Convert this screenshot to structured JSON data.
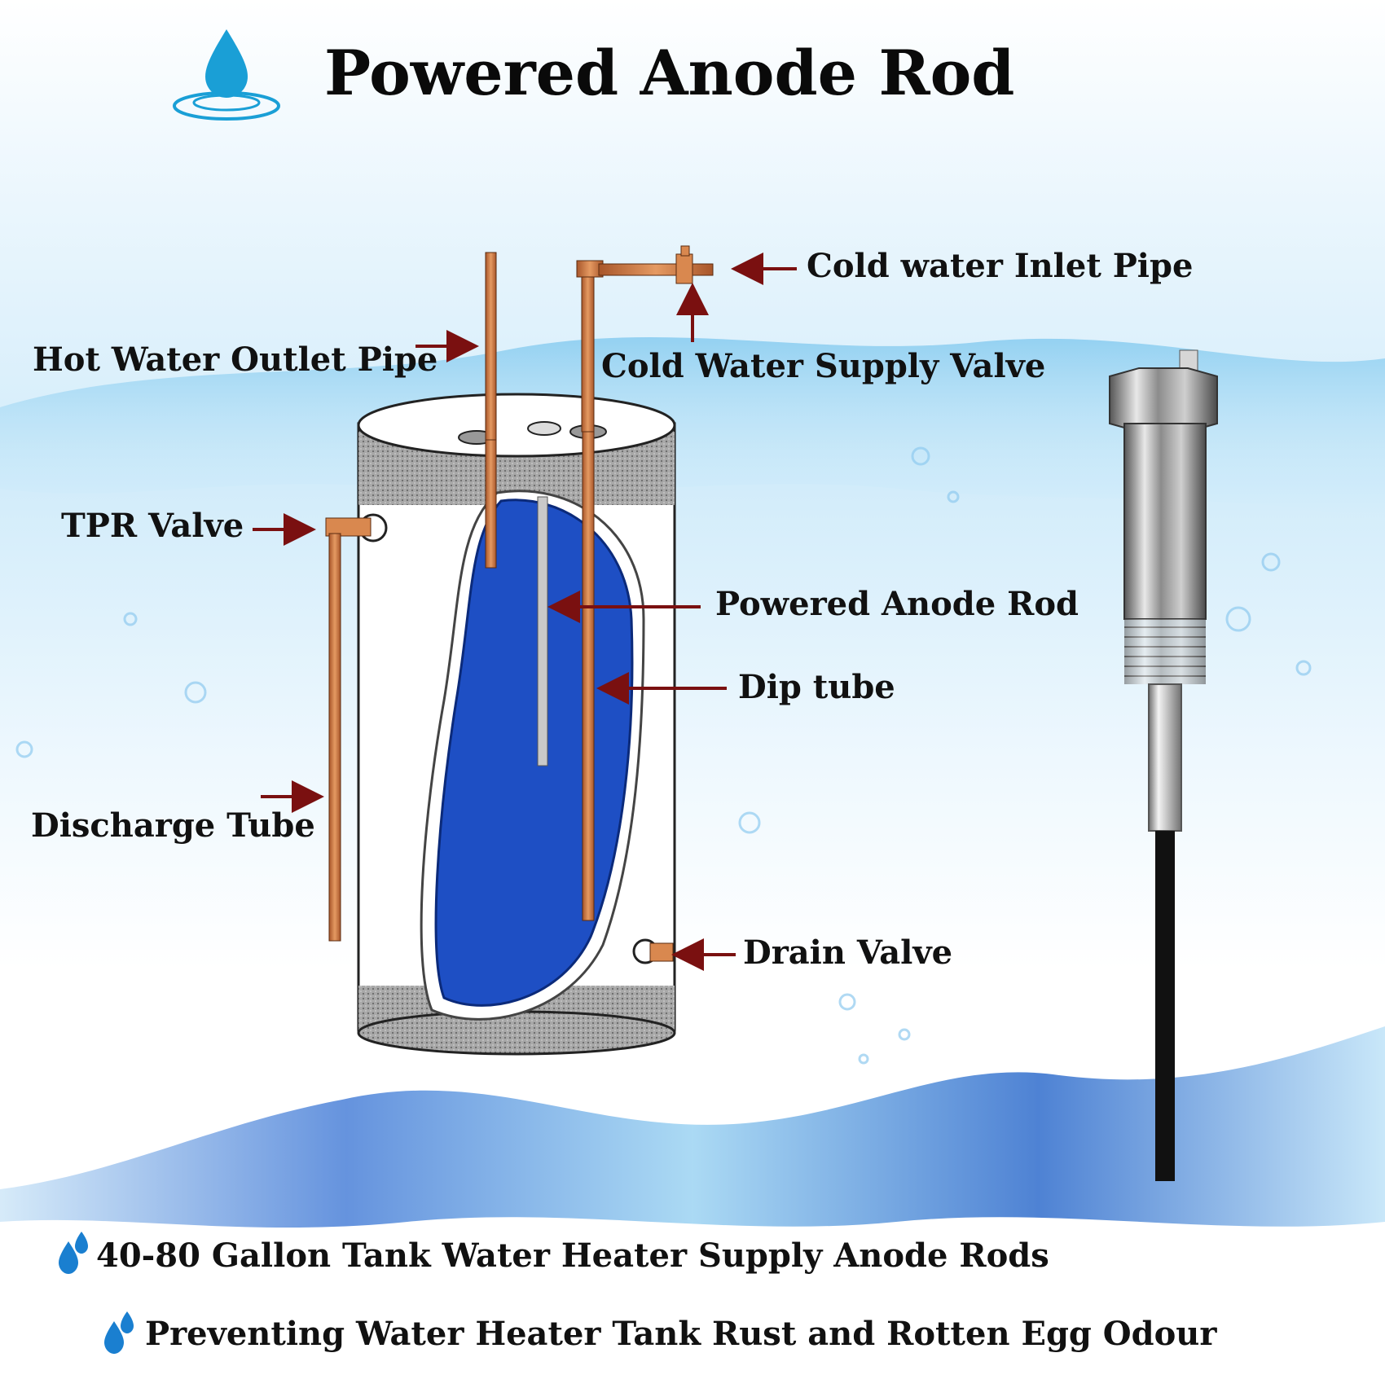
{
  "title": "Powered Anode Rod",
  "header_icon": "water-drop-icon",
  "labels": {
    "hot_water_outlet_pipe": "Hot Water Outlet Pipe",
    "cold_water_inlet_pipe": "Cold water Inlet Pipe",
    "cold_water_supply_valve": "Cold Water Supply Valve",
    "tpr_valve": "TPR Valve",
    "powered_anode_rod": "Powered Anode Rod",
    "dip_tube": "Dip tube",
    "discharge_tube": "Discharge Tube",
    "drain_valve": "Drain Valve"
  },
  "bullets": [
    {
      "icon": "water-droplets-icon",
      "text": "40-80 Gallon Tank Water Heater Supply Anode Rods"
    },
    {
      "icon": "water-droplets-icon",
      "text": "Preventing Water Heater Tank Rust and Rotten Egg Odour"
    }
  ],
  "colors": {
    "accent_blue": "#1a9fd6",
    "tank_water": "#1e4fc4",
    "copper_pipe": "#d9884f",
    "arrow": "#7a1010",
    "insulation": "#9a9a9a"
  }
}
